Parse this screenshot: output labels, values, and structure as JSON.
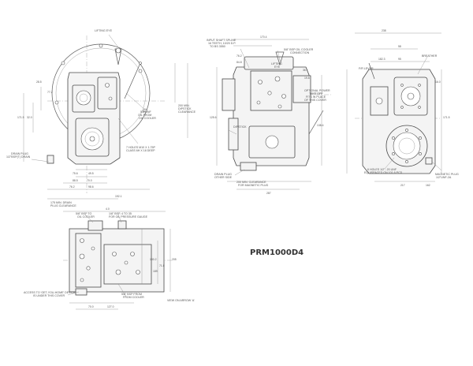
{
  "title": "PRM1000D4",
  "views": {
    "front": {
      "labels": {
        "lifting_eye": "LIFTING EYE",
        "oil_from": "5/8\"UNF",
        "oil_from2": "OIL FROM",
        "oil_cooler": "OIL COOLER",
        "dipstick_clearance": "200 MIN.",
        "dipstick_clearance2": "DIPSTICK",
        "dipstick_clearance3": "CLEARANCE",
        "holes": "7 HOLES M10 X 1.75P",
        "holes2": "CLASS 6H X 18 DEEP",
        "drain_plug": "DRAIN PLUG",
        "drain_plug2": "1/2\"BSP(T) DRAIN",
        "drain_clearance": "175 MIN. DRAIN",
        "drain_clearance2": "PLUG CLEARANCE"
      },
      "dims": {
        "d1": "28.5",
        "d2": "77.2",
        "d3": "171.5",
        "d4": "32.0",
        "d5": "75.6",
        "d6": "49.5",
        "d7": "88.5",
        "d8": "70.0",
        "d9": "76.2",
        "d10": "98.6",
        "d11": "192.1"
      }
    },
    "side": {
      "labels": {
        "input_shaft": "INPUT SHAFT SPLINE",
        "input_shaft2": "16 TEETH, 10/20 D.P.",
        "input_shaft3": "TO BS 3550",
        "oil_cooler_conn": "5/8\" BSP OIL COOLER",
        "oil_cooler_conn2": "CONNECTION",
        "lifting_eye": "LIFTING",
        "lifting_eye2": "EYE",
        "pto": "OPTIONAL POWER",
        "pto2": "TAKE OFF",
        "pto3": "FITS IN PLACE",
        "pto4": "OF THIS COVER",
        "dipstick": "DIPSTICK",
        "drain_plug": "DRAIN PLUG",
        "drain_plug2": "OTHER SIDE",
        "magnetic_clearance": "200 MIN. CLEARANCE",
        "magnetic_clearance2": "FOR MAGNETIC PLUG"
      },
      "dims": {
        "d1": "170.4",
        "d2": "76.2",
        "d3": "84.8",
        "d4": "36.1",
        "d5": "19.8",
        "d6": "125.6",
        "d7": "287",
        "d8": "138.4"
      }
    },
    "rear": {
      "labels": {
        "breather": "BREATHER",
        "lever": "F/R LEVER",
        "holes": "6 HOLES 1/2\"- 20 UNF",
        "holes2": "EQUISPACED ON 101.6 PCD",
        "magnetic_plug": "MAGNETIC PLUG",
        "magnetic_plug2": "1/2\"UNF-2A"
      },
      "dims": {
        "d1": "238",
        "d2": "58",
        "d3": "182.3",
        "d4": "95",
        "d5": "16.0",
        "d6": "171.5",
        "d7": "217",
        "d8": "162"
      }
    },
    "bottom": {
      "labels": {
        "oil_to_cooler": "5/8\" BSP TO",
        "oil_to_cooler2": "OIL COOLER",
        "pressure_gauge": "1/8\" BSP, 4 TO 35",
        "pressure_gauge2": "FOR OIL PRESSURE GAUGE",
        "access": "ACCESS TO 'GET-YOU-HOME' DEVICE",
        "access2": "IS UNDER THIS COVER",
        "oil_from_cooler": "5/8\" BSP FROM",
        "oil_from_cooler2": "FROM COOLER",
        "view": "VIEW ON ARROW 'A'"
      },
      "dims": {
        "d1": "4.0",
        "d2": "180.2",
        "d3": "189",
        "d4": "71.8",
        "d5": "70.0",
        "d6": "127.0",
        "d7": "205"
      }
    }
  }
}
